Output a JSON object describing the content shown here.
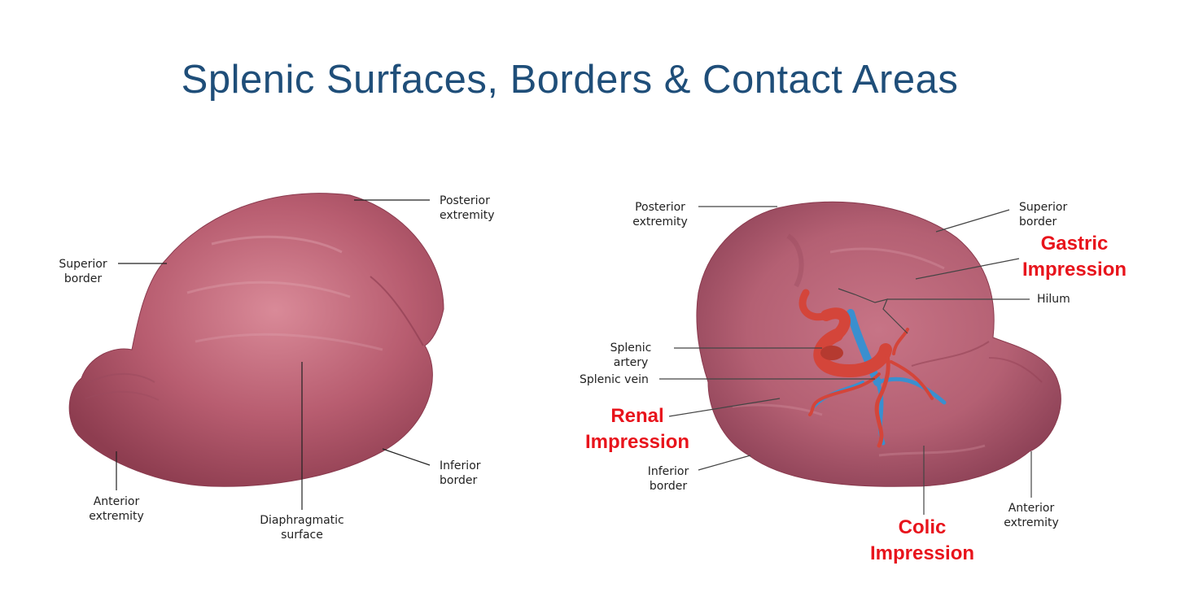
{
  "title": "Splenic Surfaces, Borders  & Contact Areas",
  "left_view": {
    "posterior_extremity": "Posterior\nextremity",
    "superior_border": "Superior\nborder",
    "inferior_border": "Inferior\nborder",
    "anterior_extremity": "Anterior\nextremity",
    "diaphragmatic_surface": "Diaphragmatic\nsurface"
  },
  "right_view": {
    "posterior_extremity": "Posterior\nextremity",
    "superior_border": "Superior\nborder",
    "gastric_impression": "Gastric\nImpression",
    "hilum": "Hilum",
    "splenic_artery": "Splenic\nartery",
    "splenic_vein": "Splenic vein",
    "renal_impression": "Renal\nImpression",
    "inferior_border": "Inferior\nborder",
    "anterior_extremity": "Anterior\nextremity",
    "colic_impression": "Colic\nImpression"
  },
  "colors": {
    "title": "#1f4e79",
    "highlight": "#e8141c",
    "spleen": "#b8566a",
    "artery": "#d4453a",
    "vein": "#3a8fcf"
  }
}
